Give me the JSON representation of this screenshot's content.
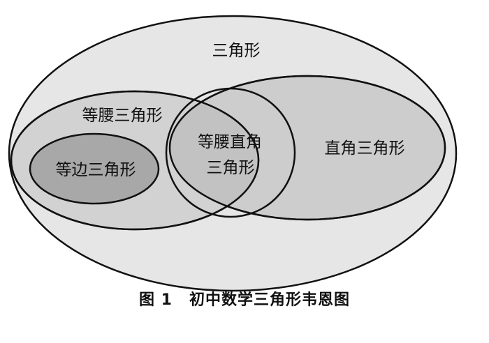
{
  "diagram": {
    "sets": {
      "triangle": {
        "label": "三角形",
        "fill": "#e6e6e6"
      },
      "isosceles": {
        "label": "等腰三角形",
        "fill": "#d2d2d2"
      },
      "equilateral": {
        "label": "等边三角形",
        "fill": "#a8a8a8"
      },
      "right": {
        "label": "直角三角形",
        "fill": "#cdcdcd"
      },
      "isosceles_right": {
        "label_line1": "等腰直角",
        "label_line2": "三角形",
        "fill": "#c2c2c2"
      }
    },
    "stroke_color": "#111111"
  },
  "caption": {
    "figure_number": "图 1",
    "title": "初中数学三角形韦恩图"
  }
}
